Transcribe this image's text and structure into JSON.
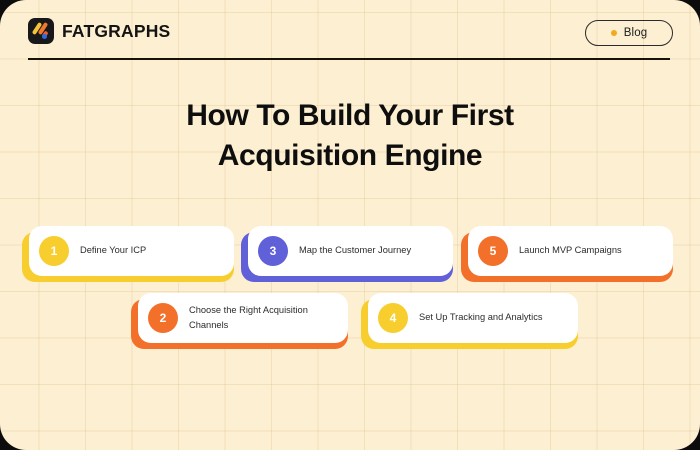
{
  "colors": {
    "page_background": "#FDEFD2",
    "grid_line": "#D6BA86",
    "card_surface": "#FFFFFF",
    "yellow": "#F7CE2E",
    "purple": "#6060D8",
    "orange": "#F2702A",
    "text_dark": "#0E0E0E",
    "divider": "#17120A"
  },
  "header": {
    "logo_icon": "fatgraphs-logo-icon",
    "brand_name": "FATGRAPHS",
    "blog_button": {
      "label": "Blog",
      "dot_icon": "status-dot-icon"
    }
  },
  "title": {
    "line1": "How To Build Your First",
    "line2": "Acquisition Engine"
  },
  "steps": [
    {
      "number": "1",
      "label": "Define Your ICP",
      "color": "#F7CE2E",
      "row": "top"
    },
    {
      "number": "2",
      "label": "Choose the Right Acquisition Channels",
      "color": "#F2702A",
      "row": "bottom"
    },
    {
      "number": "3",
      "label": "Map the Customer Journey",
      "color": "#6060D8",
      "row": "top"
    },
    {
      "number": "4",
      "label": "Set Up Tracking and Analytics",
      "color": "#F7CE2E",
      "row": "bottom"
    },
    {
      "number": "5",
      "label": "Launch MVP Campaigns",
      "color": "#F2702A",
      "row": "top"
    }
  ]
}
